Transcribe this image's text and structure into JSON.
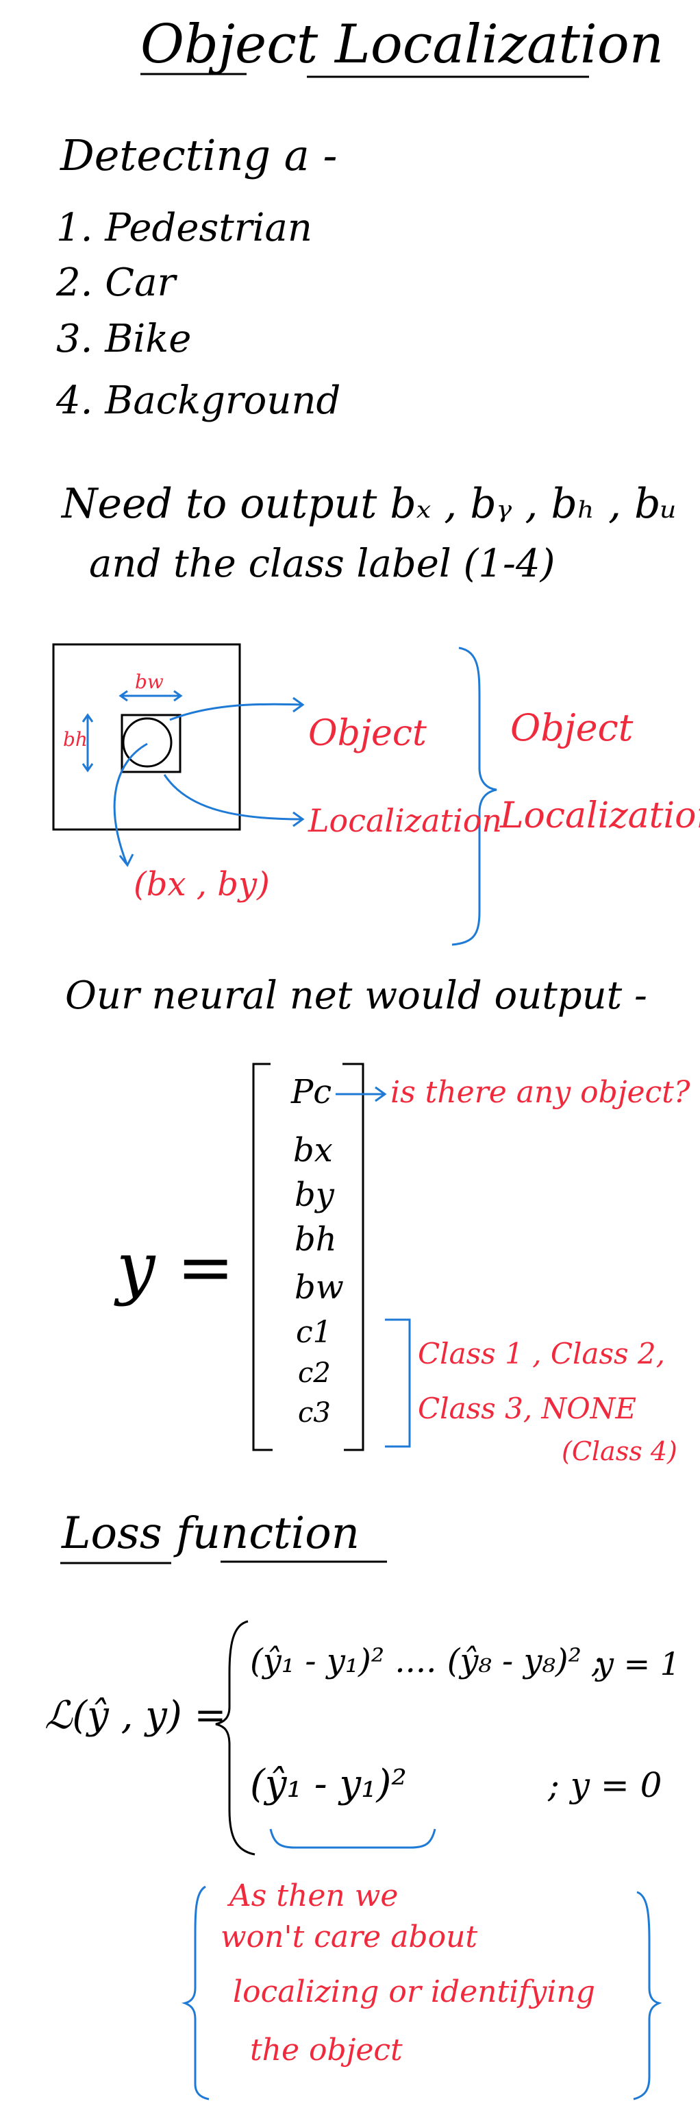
{
  "title": "Object Localization",
  "detecting": {
    "heading": "Detecting a -",
    "items": [
      "1. Pedestrian",
      "2. Car",
      "3. Bike",
      "4. Background"
    ]
  },
  "need_output": {
    "line1": "Need to output bₓ , bᵧ , bₕ , bᵤ",
    "line2": "and the class label (1-4)"
  },
  "diagram": {
    "bw_label": "bw",
    "bh_label": "bh",
    "object_label": "Object",
    "localization_label": "Localization",
    "bxby_label": "(bx , by)",
    "right_object": "Object",
    "right_localization": "Localization"
  },
  "network_output": {
    "heading": "Our neural net would output -",
    "y_label": "y =",
    "vector": [
      "Pc",
      "bx",
      "by",
      "bh",
      "bw",
      "c1",
      "c2",
      "c3"
    ],
    "pc_note": "is there any object?",
    "class_note_1": "Class 1 , Class 2,",
    "class_note_2": "Class 3, NONE",
    "class_note_3": "(Class 4)"
  },
  "loss": {
    "heading": "Loss function",
    "lhs": "ℒ(ŷ , y) =",
    "case1": "(ŷ₁ - y₁)² .... (ŷ₈ - y₈)² ;",
    "case1_cond": "y = 1",
    "case2": "(ŷ₁ - y₁)²",
    "case2_cond": "; y = 0",
    "note": [
      "As then we",
      "won't care about",
      "localizing or identifying",
      "the object"
    ]
  },
  "colors": {
    "ink": "#000000",
    "red": "#f02a3d",
    "blue": "#1f7ad6"
  }
}
